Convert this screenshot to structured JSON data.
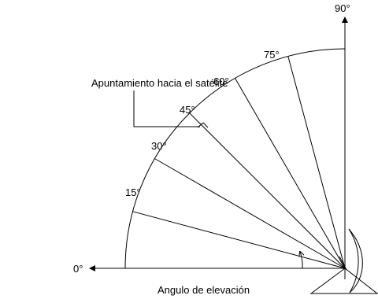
{
  "diagram": {
    "labels": {
      "angle_0": "0°",
      "angle_15": "15°",
      "angle_30": "30°",
      "angle_45": "45°",
      "angle_60": "60°",
      "angle_75": "75°",
      "angle_90": "90°",
      "pointing": "Apuntamiento hacia el satélite",
      "elevation": "Angulo de elevación"
    },
    "rays_deg": [
      15,
      30,
      45,
      60,
      75
    ],
    "pointing_deg": 45,
    "colors": {
      "line": "#000000",
      "background": "#ffffff"
    }
  }
}
